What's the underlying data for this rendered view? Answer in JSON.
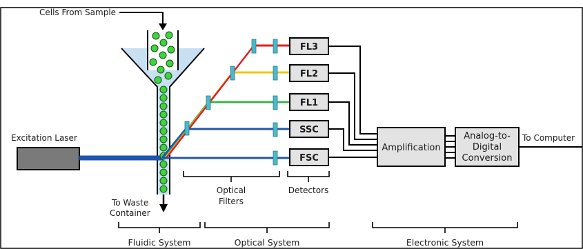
{
  "labels": {
    "cells_from_sample": "Cells From Sample",
    "excitation_laser": "Excitation Laser",
    "to_waste_line1": "To Waste",
    "to_waste_line2": "Container",
    "optical_filters_line1": "Optical",
    "optical_filters_line2": "Filters",
    "detectors": "Detectors",
    "to_computer": "To Computer"
  },
  "detectors": [
    "FL3",
    "FL2",
    "FL1",
    "SSC",
    "FSC"
  ],
  "boxes": {
    "amplification": "Amplification",
    "adc_line1": "Analog-to-",
    "adc_line2": "Digital",
    "adc_line3": "Conversion"
  },
  "systems": {
    "fluidic": "Fluidic System",
    "optical": "Optical System",
    "electronic": "Electronic System"
  },
  "colors": {
    "laser_beam": "#1f55b0",
    "fl3_red": "#e02020",
    "fl2_yellow": "#f2c40f",
    "fl1_green": "#39b54a",
    "ssc_blue": "#1f55b0",
    "fsc_blue": "#1f55b0",
    "filter_cyan": "#4cb8cc",
    "cell_green": "#3fd43f",
    "funnel_fill": "#c9dff2",
    "box_fill": "#e3e3e3",
    "laser_box_fill": "#7a7a7a"
  }
}
